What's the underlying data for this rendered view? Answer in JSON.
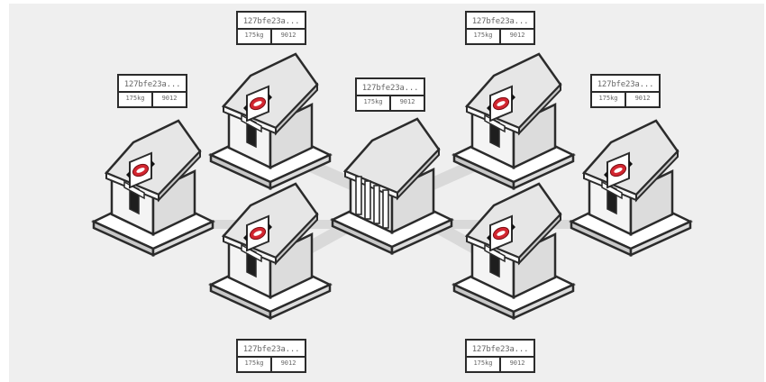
{
  "diagram": {
    "center_node": {
      "hash": "127bfe23a...",
      "size": "175kg",
      "count": "9012"
    },
    "peer_nodes": [
      {
        "hash": "127bfe23a...",
        "size": "175kg",
        "count": "9012"
      },
      {
        "hash": "127bfe23a...",
        "size": "175kg",
        "count": "9012"
      },
      {
        "hash": "127bfe23a...",
        "size": "175kg",
        "count": "9012"
      },
      {
        "hash": "127bfe23a...",
        "size": "175kg",
        "count": "9012"
      },
      {
        "hash": "127bfe23a...",
        "size": "175kg",
        "count": "9012"
      },
      {
        "hash": "127bfe23a...",
        "size": "175kg",
        "count": "9012"
      }
    ],
    "colors": {
      "background": "#efefef",
      "outline": "#2b2b2b",
      "roof": "#e6e6e6",
      "wall": "#dcdcdc",
      "wall_dark": "#c8c8c8",
      "link": "#d9d9d9",
      "badge": "#d22630"
    },
    "icons": {
      "center": "central-bank-icon",
      "peer": "bank-branch-icon"
    }
  }
}
